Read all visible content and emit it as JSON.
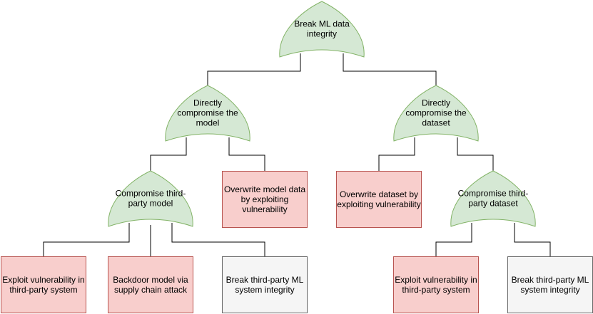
{
  "nodes": {
    "root": {
      "label": [
        "Break ML data",
        "integrity"
      ],
      "kind": "and"
    },
    "model": {
      "label": [
        "Directly",
        "compromise the",
        "model"
      ],
      "kind": "and"
    },
    "dataset": {
      "label": [
        "Directly",
        "compromise the",
        "dataset"
      ],
      "kind": "and"
    },
    "tp_model": {
      "label": [
        "Compromise third-",
        "party model"
      ],
      "kind": "and"
    },
    "tp_dataset": {
      "label": [
        "Compromise third-",
        "party dataset"
      ],
      "kind": "and"
    },
    "overwrite_model": {
      "label": [
        "Overwrite model data",
        "by exploiting",
        "vulnerability"
      ],
      "kind": "attack"
    },
    "overwrite_ds": {
      "label": [
        "Overwrite dataset by",
        "exploiting vulnerability"
      ],
      "kind": "attack"
    },
    "exploit_l": {
      "label": [
        "Exploit vulnerability in",
        "third-party system"
      ],
      "kind": "attack"
    },
    "backdoor": {
      "label": [
        "Backdoor model via",
        "supply chain attack"
      ],
      "kind": "attack"
    },
    "break_tp_ml_l": {
      "label": [
        "Break third-party ML",
        "system integrity"
      ],
      "kind": "external"
    },
    "exploit_r": {
      "label": [
        "Exploit vulnerability in",
        "third-party system"
      ],
      "kind": "attack"
    },
    "break_tp_ml_r": {
      "label": [
        "Break third-party ML",
        "system integrity"
      ],
      "kind": "external"
    }
  },
  "edges": [
    [
      "root",
      "model"
    ],
    [
      "root",
      "dataset"
    ],
    [
      "model",
      "tp_model"
    ],
    [
      "model",
      "overwrite_model"
    ],
    [
      "dataset",
      "overwrite_ds"
    ],
    [
      "dataset",
      "tp_dataset"
    ],
    [
      "tp_model",
      "exploit_l"
    ],
    [
      "tp_model",
      "backdoor"
    ],
    [
      "tp_model",
      "break_tp_ml_l"
    ],
    [
      "tp_dataset",
      "exploit_r"
    ],
    [
      "tp_dataset",
      "break_tp_ml_r"
    ]
  ],
  "colors": {
    "and_fill": "#d5e8d4",
    "and_stroke": "#82b366",
    "attack_fill": "#f8cecc",
    "attack_stroke": "#b85450",
    "external_fill": "#f5f5f5",
    "external_stroke": "#666666",
    "edge": "#000000"
  }
}
